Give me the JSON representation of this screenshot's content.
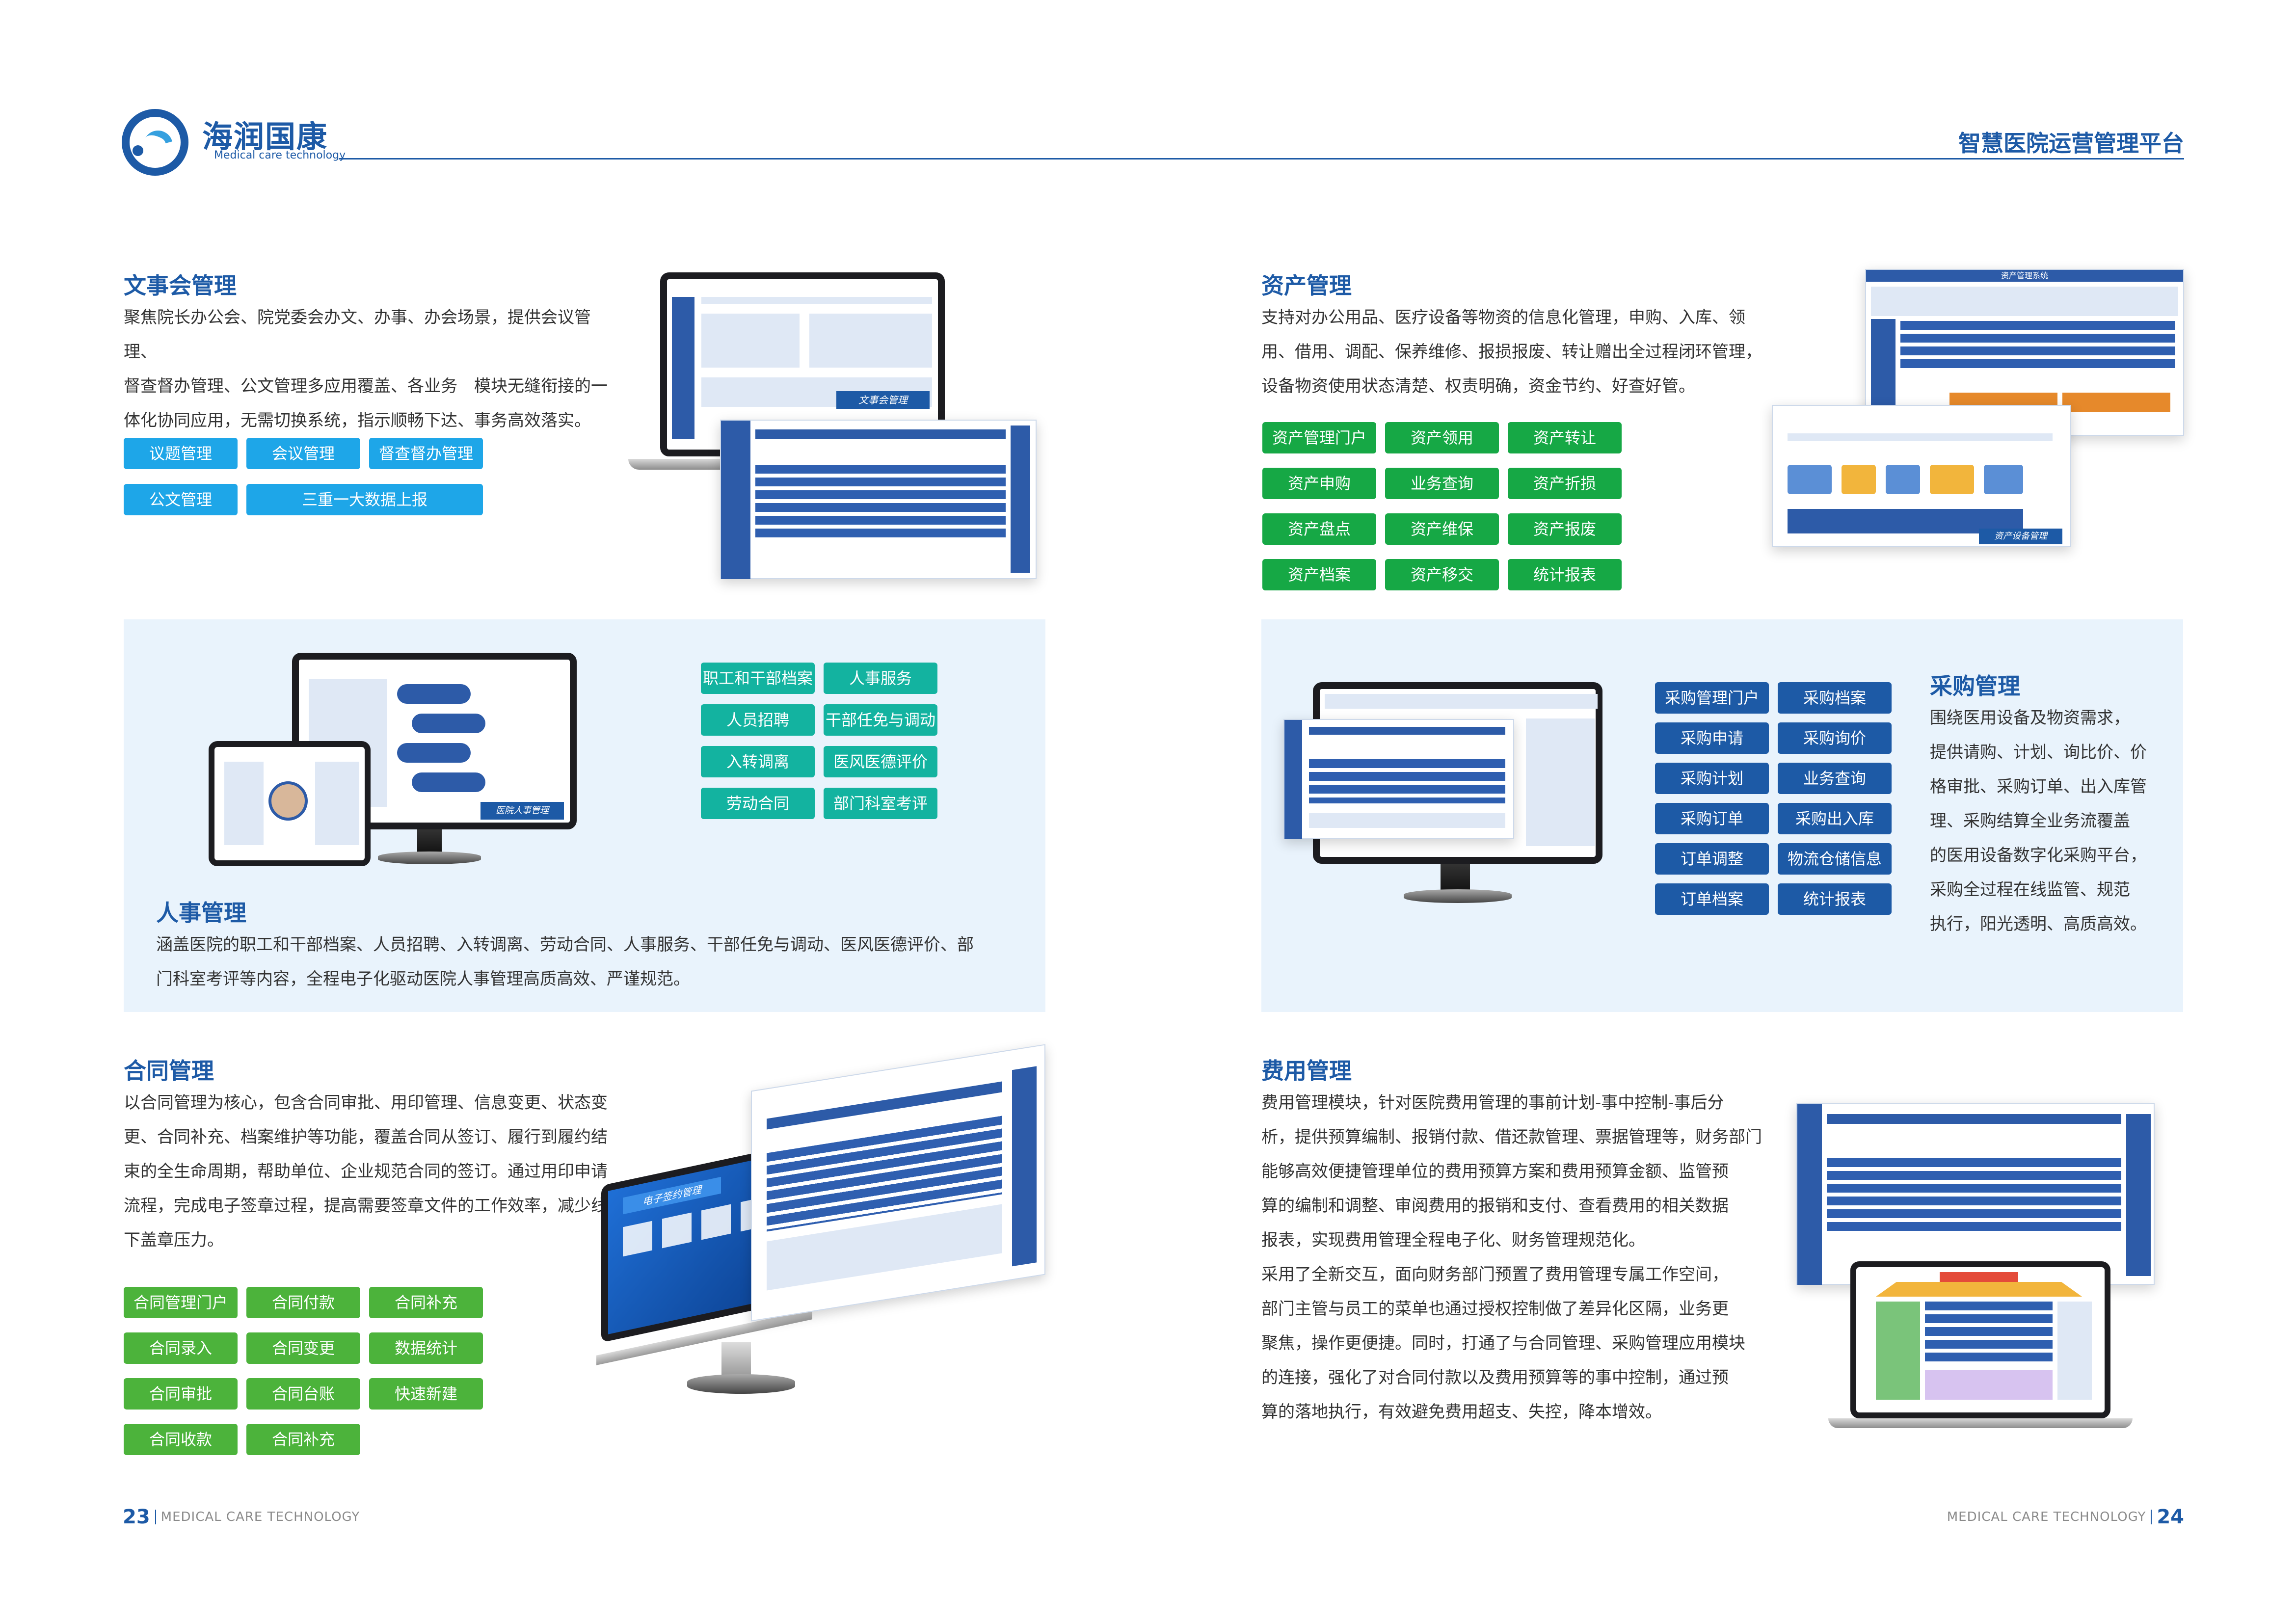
{
  "header": {
    "brand": "海润国康",
    "brand_sub": "Medical care technology",
    "platform_title": "智慧医院运营管理平台"
  },
  "sections": {
    "wenshihui": {
      "title": "文事会管理",
      "lines": [
        "聚焦院长办公会、院党委会办文、办事、办会场景，提供会议管理、",
        "督查督办管理、公文管理多应用覆盖、各业务　模块无缝衔接的一",
        "体化协同应用，无需切换系统，指示顺畅下达、事务高效落实。"
      ],
      "tags": [
        "议题管理",
        "会议管理",
        "督查督办管理",
        "公文管理",
        "三重一大数据上报"
      ],
      "screenshot_label": "文事会管理"
    },
    "zichan": {
      "title": "资产管理",
      "lines": [
        "支持对办公用品、医疗设备等物资的信息化管理，申购、入库、领",
        "用、借用、调配、保养维修、报损报废、转让赠出全过程闭环管理，",
        "设备物资使用状态清楚、权责明确，资金节约、好查好管。"
      ],
      "tags": [
        "资产管理门户",
        "资产领用",
        "资产转让",
        "资产申购",
        "业务查询",
        "资产折损",
        "资产盘点",
        "资产维保",
        "资产报废",
        "资产档案",
        "资产移交",
        "统计报表"
      ],
      "screenshot_label": "资产设备管理",
      "screenshot_header": "资产管理系统"
    },
    "renshi": {
      "title": "人事管理",
      "lines": [
        "涵盖医院的职工和干部档案、人员招聘、入转调离、劳动合同、人事服务、干部任免与调动、医风医德评价、部",
        "门科室考评等内容，全程电子化驱动医院人事管理高质高效、严谨规范。"
      ],
      "tags": [
        "职工和干部档案",
        "人事服务",
        "人员招聘",
        "干部任免与调动",
        "入转调离",
        "医风医德评价",
        "劳动合同",
        "部门科室考评"
      ],
      "screenshot_label": "医院人事管理"
    },
    "caigou": {
      "title": "采购管理",
      "lines": [
        "围绕医用设备及物资需求，",
        "提供请购、计划、询比价、价",
        "格审批、采购订单、出入库管",
        "理、采购结算全业务流覆盖",
        "的医用设备数字化采购平台，",
        "采购全过程在线监管、规范",
        "执行，阳光透明、高质高效。"
      ],
      "tags": [
        "采购管理门户",
        "采购档案",
        "采购申请",
        "采购询价",
        "采购计划",
        "业务查询",
        "采购订单",
        "采购出入库",
        "订单调整",
        "物流仓储信息",
        "订单档案",
        "统计报表"
      ]
    },
    "hetong": {
      "title": "合同管理",
      "lines": [
        "以合同管理为核心，包含合同审批、用印管理、信息变更、状态变",
        "更、合同补充、档案维护等功能，覆盖合同从签订、履行到履约结",
        "束的全生命周期，帮助单位、企业规范合同的签订。通过用印申请",
        "流程，完成电子签章过程，提高需要签章文件的工作效率，减少线",
        "下盖章压力。"
      ],
      "tags": [
        "合同管理门户",
        "合同付款",
        "合同补充",
        "合同录入",
        "合同变更",
        "数据统计",
        "合同审批",
        "合同台账",
        "快速新建",
        "合同收款",
        "合同补充"
      ],
      "screenshot_label": "电子签约管理"
    },
    "feiyong": {
      "title": "费用管理",
      "lines": [
        "费用管理模块，针对医院费用管理的事前计划-事中控制-事后分",
        "析，提供预算编制、报销付款、借还款管理、票据管理等，财务部门",
        "能够高效便捷管理单位的费用预算方案和费用预算金额、监管预",
        "算的编制和调整、审阅费用的报销和支付、查看费用的相关数据",
        "报表，实现费用管理全程电子化、财务管理规范化。",
        "采用了全新交互，面向财务部门预置了费用管理专属工作空间，",
        "部门主管与员工的菜单也通过授权控制做了差异化区隔，业务更",
        "聚焦，操作更便捷。同时，打通了与合同管理、采购管理应用模块",
        "的连接，强化了对合同付款以及费用预算等的事中控制，通过预",
        "算的落地执行，有效避免费用超支、失控，降本增效。"
      ]
    }
  },
  "footer": {
    "left_num": "23",
    "left_text": "MEDICAL CARE TECHNOLOGY",
    "right_text": "MEDICAL CARE TECHNOLOGY",
    "right_num": "24"
  },
  "colors": {
    "brand_blue": "#1d5aa6",
    "tag_blue": "#1ea6e8",
    "tag_green": "#16a845",
    "tag_teal": "#13b3a0",
    "tag_navy": "#1d5aa6",
    "tag_lime": "#4cb33b",
    "panel_bg": "#e9f3fc"
  }
}
